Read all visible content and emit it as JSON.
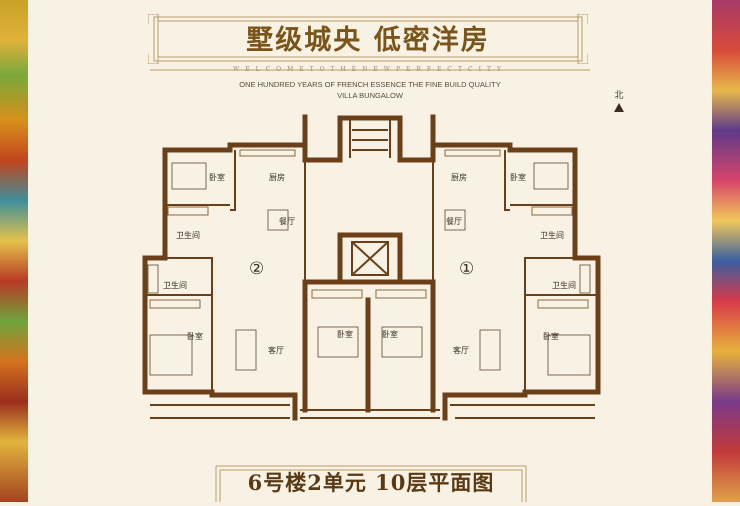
{
  "header": {
    "title": "墅级城央  低密洋房",
    "welcome": "WELCOMETOTHENEWPERFECTCITY",
    "subtitle_line1": "ONE HUNDRED YEARS OF FRENCH ESSENCE THE FINE BUILD QUALITY",
    "subtitle_line2": "VILLA BUNGALOW"
  },
  "compass": {
    "label": "北"
  },
  "rooms": {
    "left_bedroom_top": "卧室",
    "left_kitchen": "厨房",
    "left_dining": "餐厅",
    "left_bath_upper": "卫生间",
    "left_bath_lower": "卫生间",
    "left_bedroom_main": "卧室",
    "left_living": "客厅",
    "center_bedroom_left": "卧室",
    "center_bedroom_right": "卧室",
    "right_kitchen": "厨房",
    "right_bedroom_top": "卧室",
    "right_dining": "餐厅",
    "right_bath_upper": "卫生间",
    "right_bath_lower": "卫生间",
    "right_bedroom_main": "卧室",
    "right_living": "客厅"
  },
  "units": {
    "left": "②",
    "right": "①"
  },
  "footer": {
    "title": "6号楼2单元 10层平面图"
  },
  "colors": {
    "wall": "#6b3f17",
    "title": "#7a5418",
    "paper": "#f8f2e4",
    "frame": "#b89a6a"
  }
}
